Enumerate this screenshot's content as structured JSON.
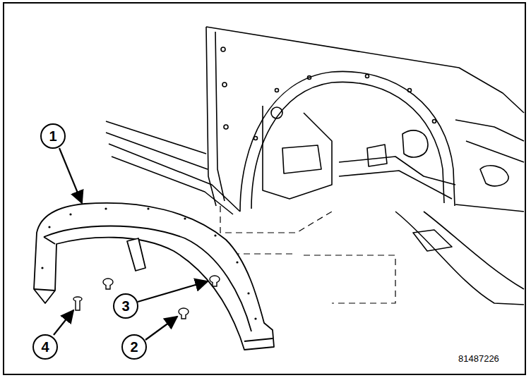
{
  "diagram": {
    "labels": [
      "1",
      "4",
      "3",
      "2",
      "81487226"
    ]
  }
}
